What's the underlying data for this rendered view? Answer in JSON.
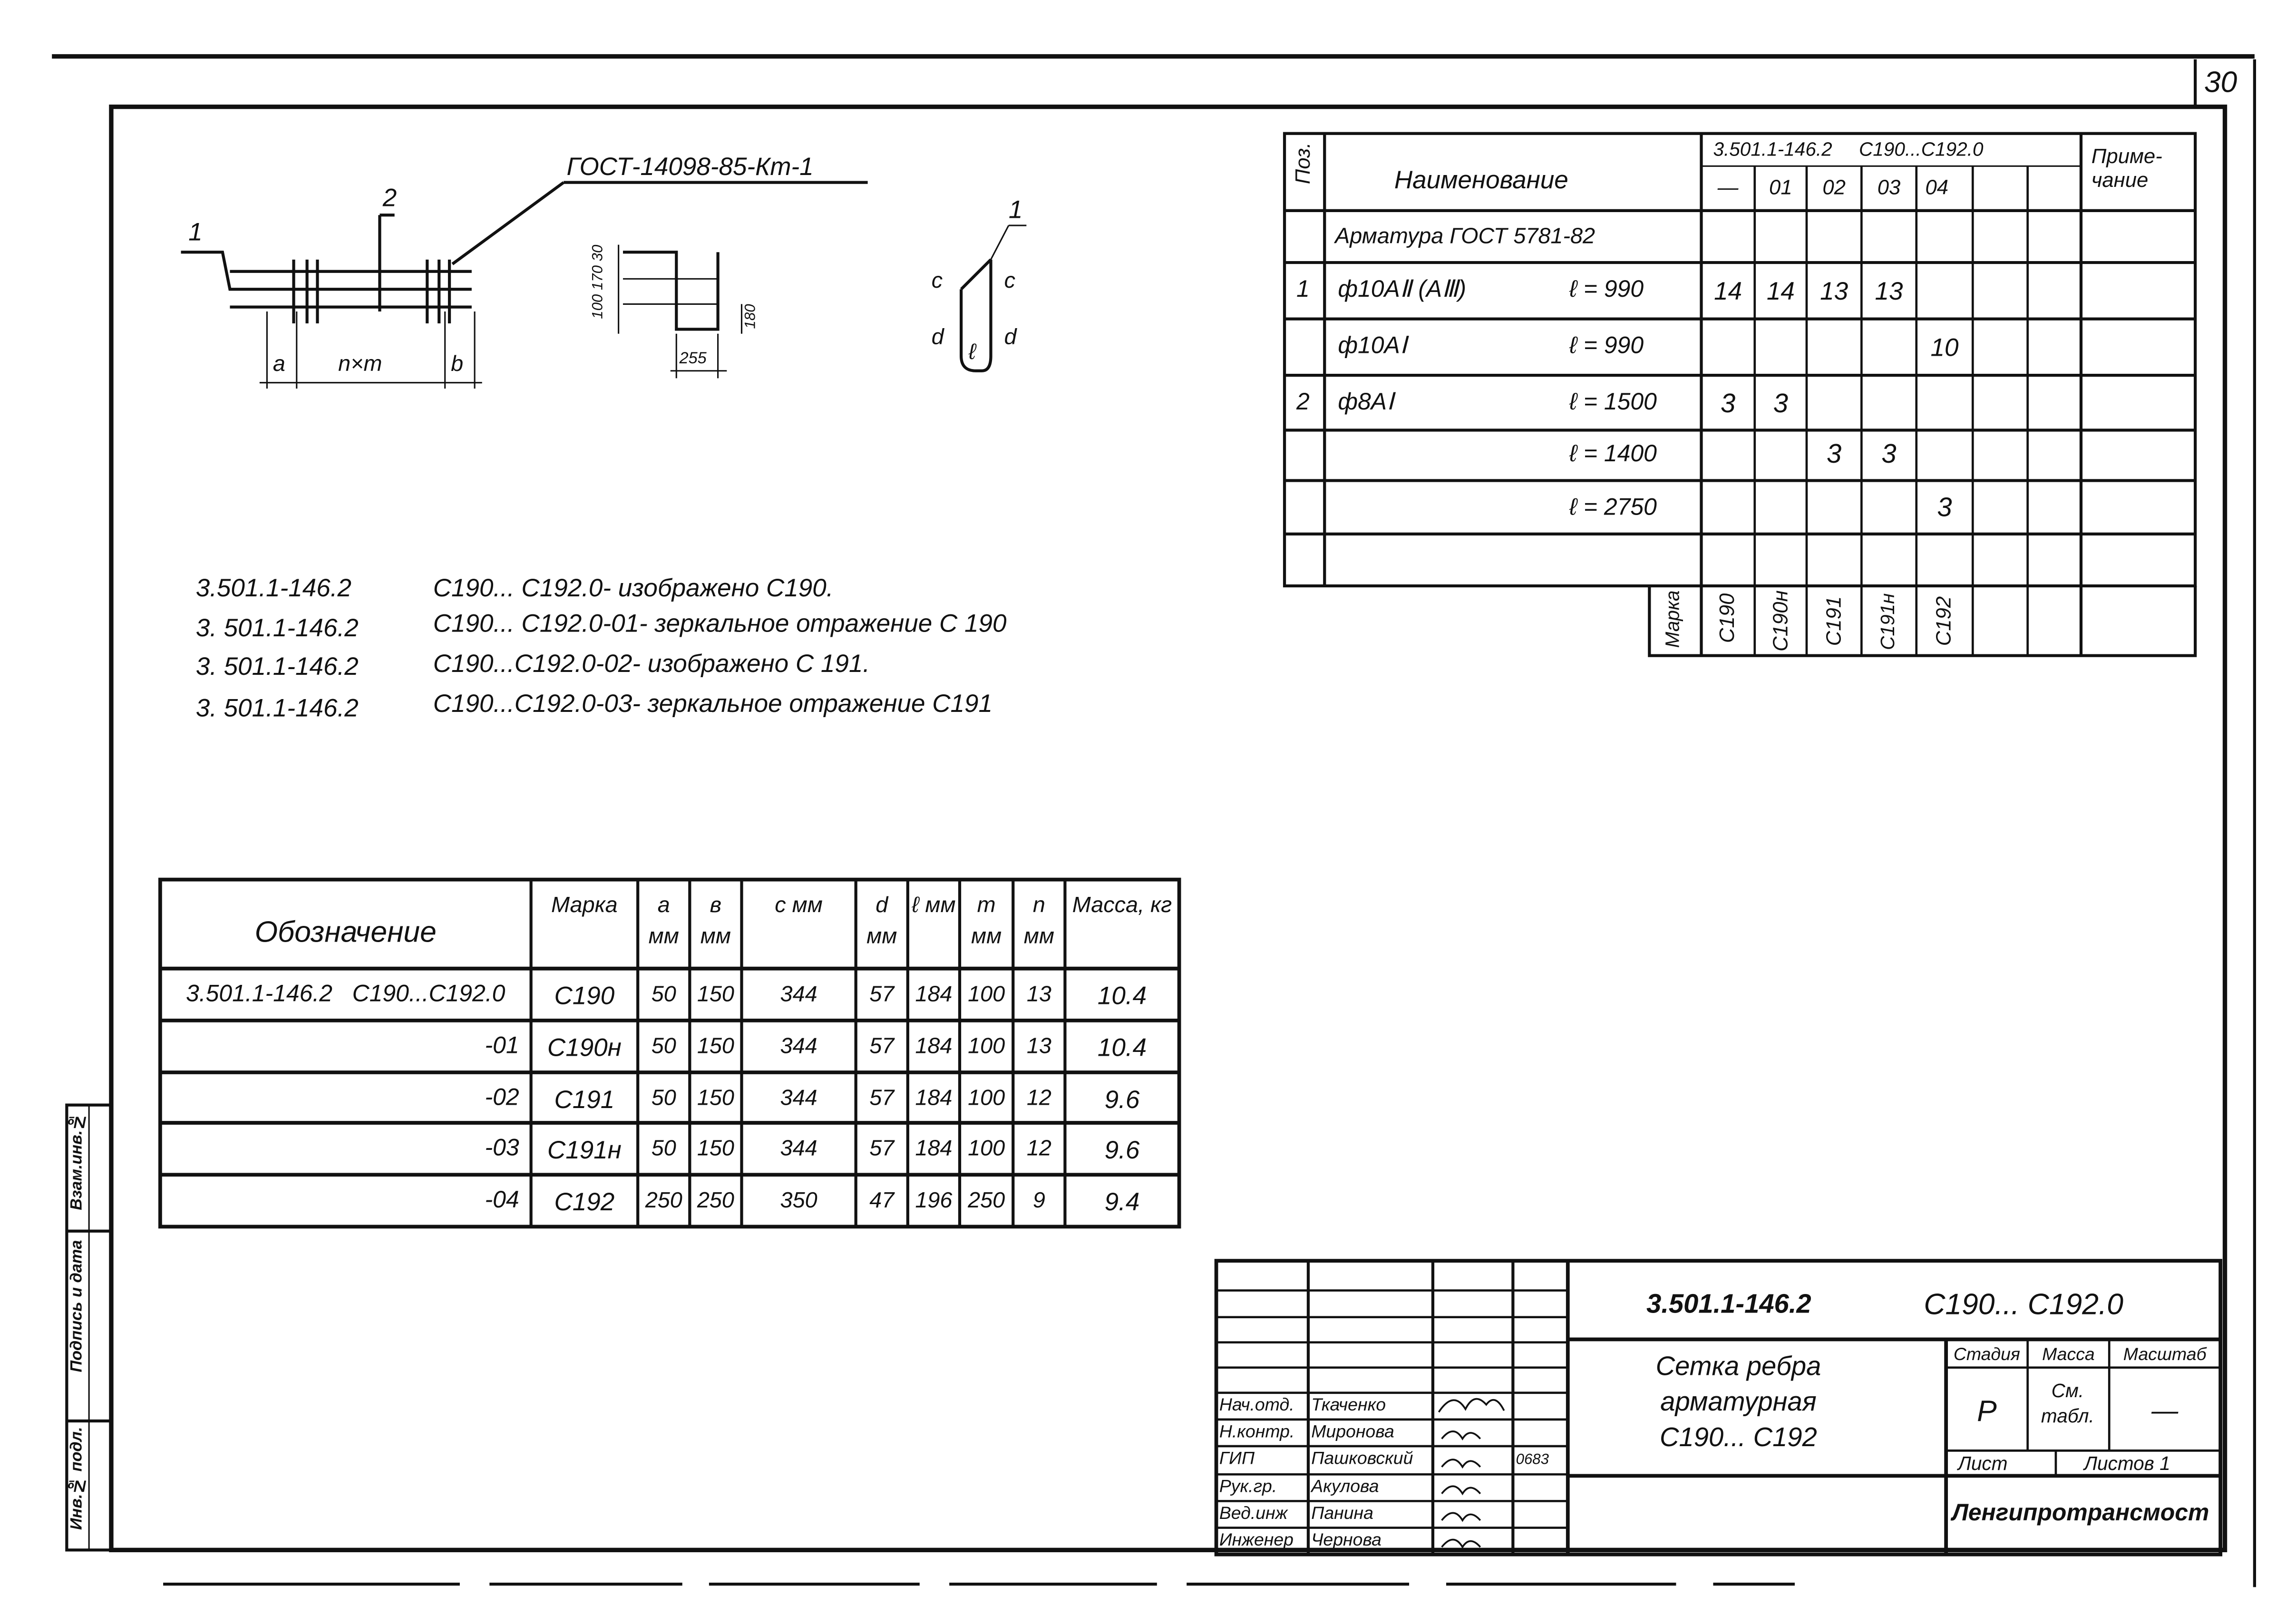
{
  "sheet_number": "30",
  "drawing": {
    "gost_label": "ГОСТ-14098-85-Кт-1",
    "callout_1": "1",
    "callout_2": "2",
    "dim_a": "a",
    "dim_nxm": "n×m",
    "dim_b": "b",
    "dim_section": "100 170 30",
    "dim_180": "180",
    "dim_255": "255",
    "shape_callout": "1",
    "shape_c_left": "c",
    "shape_c_right": "c",
    "shape_d_left": "d",
    "shape_d_right": "d",
    "shape_l": "ℓ"
  },
  "notes": [
    {
      "code": "3.501.1-146.2",
      "text": "С190... С192.0- изображено С190."
    },
    {
      "code": "3. 501.1-146.2",
      "text": "С190... С192.0-01- зеркальное отражение С 190"
    },
    {
      "code": "3. 501.1-146.2",
      "text": "С190...С192.0-02- изображено С 191."
    },
    {
      "code": "3. 501.1-146.2",
      "text": "С190...С192.0-03- зеркальное отражение С191"
    }
  ],
  "spec_table": {
    "header_pos": "Поз.",
    "header_name": "Наименование",
    "header_doc": "3.501.1-146.2     С190...С192.0",
    "header_note": "Приме- чание",
    "variants": [
      "—",
      "01",
      "02",
      "03",
      "04",
      "",
      ""
    ],
    "rows": [
      {
        "pos": "",
        "name": "Арматура ГОСТ 5781-82",
        "len": "",
        "values": [
          "",
          "",
          "",
          "",
          "",
          "",
          ""
        ]
      },
      {
        "pos": "1",
        "name": "ф10АⅡ (АⅢ)",
        "len": "ℓ = 990",
        "values": [
          "14",
          "14",
          "13",
          "13",
          "",
          "",
          ""
        ]
      },
      {
        "pos": "",
        "name": "ф10АⅠ",
        "len": "ℓ = 990",
        "values": [
          "",
          "",
          "",
          "",
          "10",
          "",
          ""
        ]
      },
      {
        "pos": "2",
        "name": "ф8АⅠ",
        "len": "ℓ = 1500",
        "values": [
          "3",
          "3",
          "",
          "",
          "",
          "",
          ""
        ]
      },
      {
        "pos": "",
        "name": "",
        "len": "ℓ = 1400",
        "values": [
          "",
          "",
          "3",
          "3",
          "",
          "",
          ""
        ]
      },
      {
        "pos": "",
        "name": "",
        "len": "ℓ = 2750",
        "values": [
          "",
          "",
          "",
          "",
          "3",
          "",
          ""
        ]
      },
      {
        "pos": "",
        "name": "",
        "len": "",
        "values": [
          "",
          "",
          "",
          "",
          "",
          "",
          ""
        ]
      }
    ],
    "marka_label": "Марка",
    "marks": [
      "С190",
      "С190н",
      "С191",
      "С191н",
      "С192",
      "",
      ""
    ]
  },
  "params_table": {
    "headers": [
      "Обозначение",
      "Марка",
      "a мм",
      "в мм",
      "c мм",
      "d мм",
      "ℓ мм",
      "m мм",
      "n мм",
      "Масса, кг"
    ],
    "rows": [
      [
        "3.501.1-146.2   С190...С192.0",
        "С190",
        "50",
        "150",
        "344",
        "57",
        "184",
        "100",
        "13",
        "10.4"
      ],
      [
        "-01",
        "С190н",
        "50",
        "150",
        "344",
        "57",
        "184",
        "100",
        "13",
        "10.4"
      ],
      [
        "-02",
        "С191",
        "50",
        "150",
        "344",
        "57",
        "184",
        "100",
        "12",
        "9.6"
      ],
      [
        "-03",
        "С191н",
        "50",
        "150",
        "344",
        "57",
        "184",
        "100",
        "12",
        "9.6"
      ],
      [
        "-04",
        "С192",
        "250",
        "250",
        "350",
        "47",
        "196",
        "250",
        "9",
        "9.4"
      ]
    ]
  },
  "side_stamp": [
    "Инв.№ подл.",
    "Подпись и дата",
    "Взам.инв.№"
  ],
  "title_block": {
    "designation": "3.501.1-146.2",
    "range": "С190... С192.0",
    "name": [
      "Сетка ребра",
      "арматурная",
      "С190... С192"
    ],
    "stage_label": "Стадия",
    "mass_label": "Масса",
    "scale_label": "Масштаб",
    "stage": "Р",
    "mass": "См. табл.",
    "scale": "—",
    "sheet_label": "Лист",
    "sheets_label": "Листов 1",
    "organization": "Ленгипротрансмост",
    "date": "0683",
    "staff": [
      {
        "role": "Нач.отд.",
        "name": "Ткаченко"
      },
      {
        "role": "Н.контр.",
        "name": "Миронова"
      },
      {
        "role": "ГИП",
        "name": "Пашковский"
      },
      {
        "role": "Рук.гр.",
        "name": "Акулова"
      },
      {
        "role": "Вед.инж",
        "name": "Панина"
      },
      {
        "role": "Инженер",
        "name": "Чернова"
      }
    ]
  }
}
